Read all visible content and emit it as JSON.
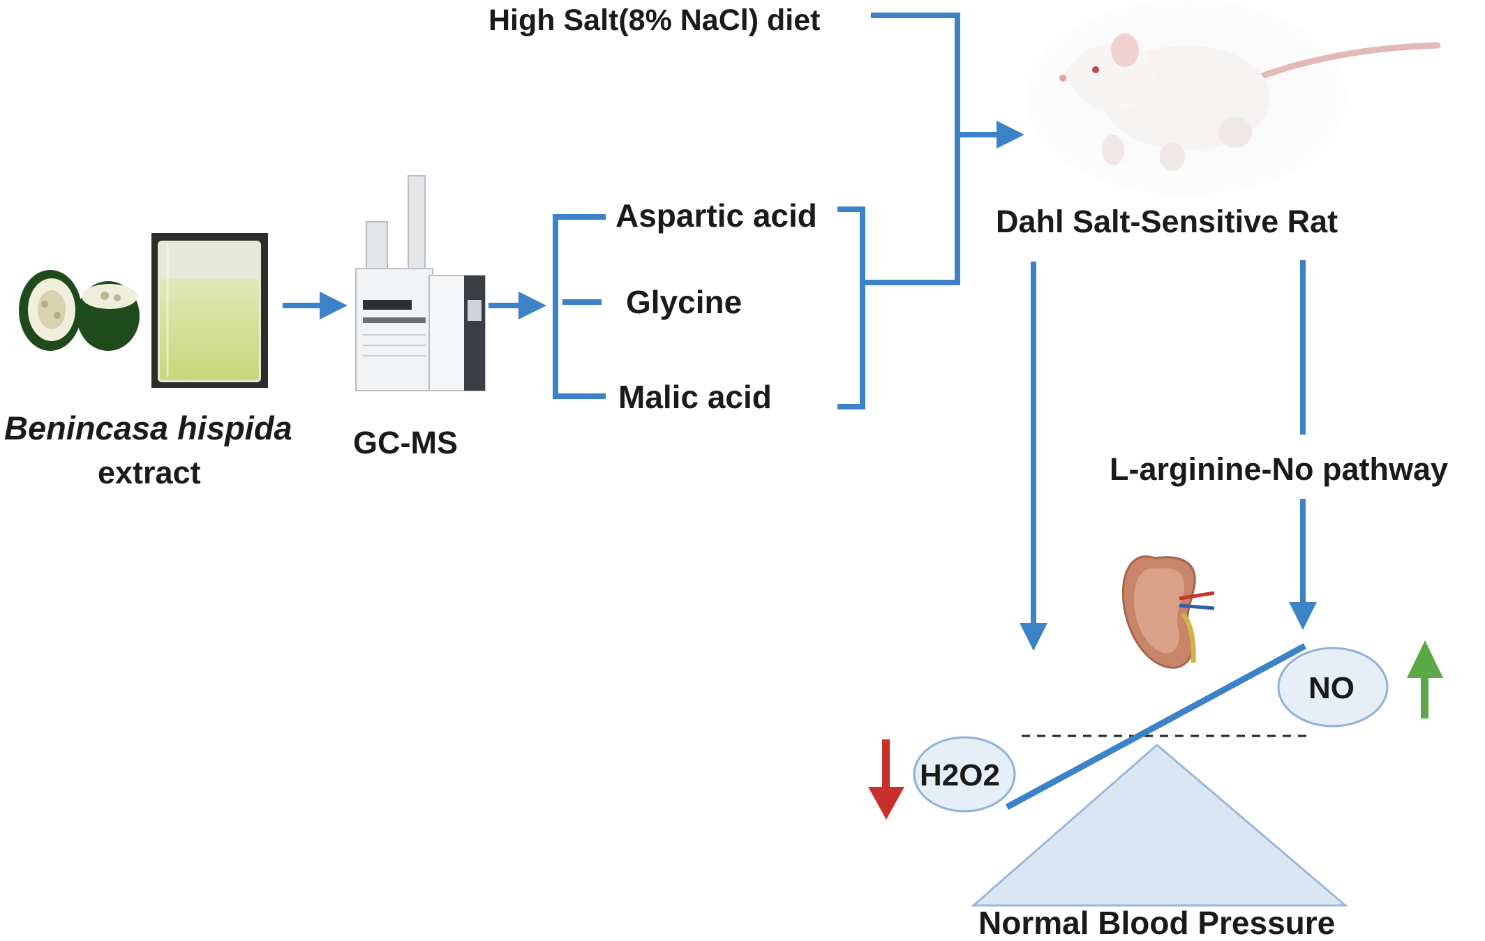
{
  "diet": {
    "label": "High Salt(8% NaCl) diet"
  },
  "extract": {
    "species": "Benincasa hispida",
    "suffix": "extract"
  },
  "instrument": {
    "label": "GC-MS"
  },
  "compounds": [
    "Aspartic acid",
    "Glycine",
    "Malic acid"
  ],
  "rat": {
    "label": "Dahl Salt-Sensitive Rat"
  },
  "pathway": {
    "label": "L-arginine-No pathway"
  },
  "markers": {
    "no": "NO",
    "h2o2": "H2O2"
  },
  "outcome": {
    "label": "Normal Blood Pressure"
  },
  "colors": {
    "flow_arrow": "#3b82c9",
    "decrease_arrow": "#c9302c",
    "increase_arrow": "#5aa846",
    "balance_triangle": "#dbe6f4",
    "marker_fill": "#e6eef8"
  },
  "icons": {
    "fruit": "wax-gourd-icon",
    "beaker": "beaker-extract-icon",
    "machine": "gc-ms-instrument-icon",
    "animal": "rat-icon",
    "organ": "kidney-icon"
  }
}
